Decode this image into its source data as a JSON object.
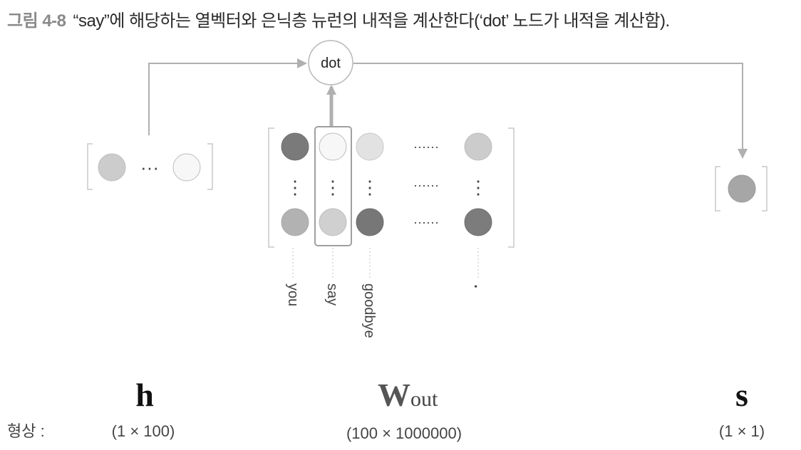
{
  "caption": {
    "figure_label": "그림 4-8",
    "text": "“say”에 해당하는 열벡터와 은닉층 뉴런의 내적을 계산한다(‘dot’ 노드가 내적을 계산함)."
  },
  "node": {
    "label": "dot"
  },
  "hidden_vector": {
    "ellipsis": "···"
  },
  "weight_matrix": {
    "column_labels": [
      "you",
      "say",
      "goodbye",
      "."
    ],
    "h_ellipsis": "······",
    "v_ellipsis": "⋮"
  },
  "symbols": {
    "h": {
      "symbol": "h"
    },
    "w": {
      "symbol": "W",
      "subscript": "out"
    },
    "s": {
      "symbol": "s"
    }
  },
  "shapes": {
    "label": "형상 :",
    "h": "(1 × 100)",
    "w": "(100 × 1000000)",
    "s": "(1 × 1)"
  },
  "colors": {
    "dark": "#7a7a7a",
    "darker": "#6e6e6e",
    "medium": "#b2b2b2",
    "light": "#cccccc",
    "lighter": "#e2e2e2",
    "white": "#f7f7f7",
    "score": "#a6a6a6",
    "arrow": "#b0b0b0",
    "bracket": "#c8c8c8",
    "highlight": "#a0a0a0"
  }
}
